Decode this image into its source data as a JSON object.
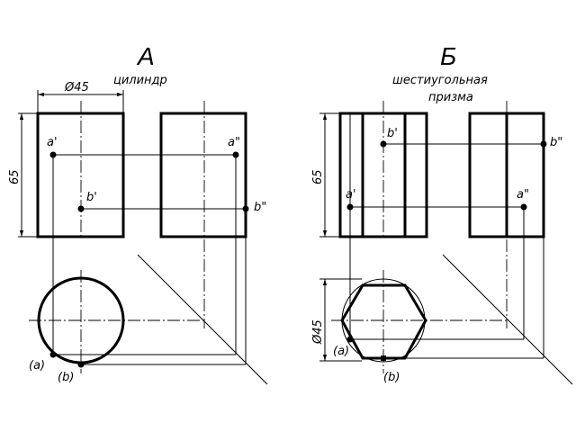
{
  "left": {
    "title": "А",
    "caption": "цилиндр",
    "dim_diameter": "Ø45",
    "dim_height": "65",
    "point_a_front": "a'",
    "point_a_side": "a\"",
    "point_b_front": "b'",
    "point_b_side": "b\"",
    "point_a_top": "(a)",
    "point_b_top": "(b)"
  },
  "right": {
    "title": "Б",
    "caption_line1": "шестиугольная",
    "caption_line2": "призма",
    "dim_height": "65",
    "dim_diameter": "Ø45",
    "point_b_front": "b'",
    "point_b_side": "b\"",
    "point_a_front": "a'",
    "point_a_side": "a\"",
    "point_a_top": "(a)",
    "point_b_top": "(b)"
  }
}
